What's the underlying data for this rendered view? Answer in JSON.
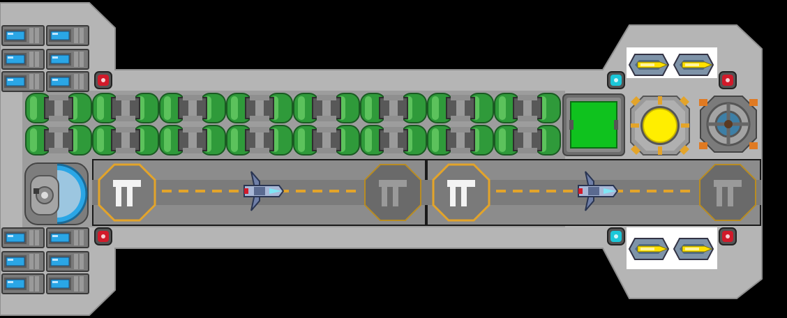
{
  "scene": {
    "background": "#000000",
    "colors": {
      "hull_outer": "#b3b3b3",
      "hull_inner": "#9b9b9b",
      "floor_dark": "#6e6e6e",
      "bay_floor": "#8c8c8c",
      "cell_green": "#2f9a3a",
      "cell_green_light": "#6fd36b",
      "frame_gray": "#585858",
      "reactor_green": "#0fc21e",
      "core_yellow": "#ffee00",
      "pad_orange": "#e3a42a",
      "thruster_blue": "#2aa6e6",
      "node_red": "#d11a2a",
      "node_cyan": "#1cc7d8"
    }
  },
  "parts": {
    "thrusters_top_count": 6,
    "thrusters_bottom_count": 6,
    "battery_cells_count": 16,
    "hangar_bays_count": 2,
    "fighters_count": 2,
    "turrets_count": 4
  },
  "icons": {
    "hangar_pad": "hangar-pad-icon",
    "fighter": "fighter-ship-icon",
    "reactor": "reactor-icon",
    "power_core": "power-core-icon",
    "shield": "shield-generator-icon",
    "cockpit": "cockpit-icon",
    "thruster": "thruster-icon",
    "turret": "turret-icon",
    "red_node": "red-connector-node-icon",
    "cyan_node": "cyan-connector-node-icon"
  }
}
